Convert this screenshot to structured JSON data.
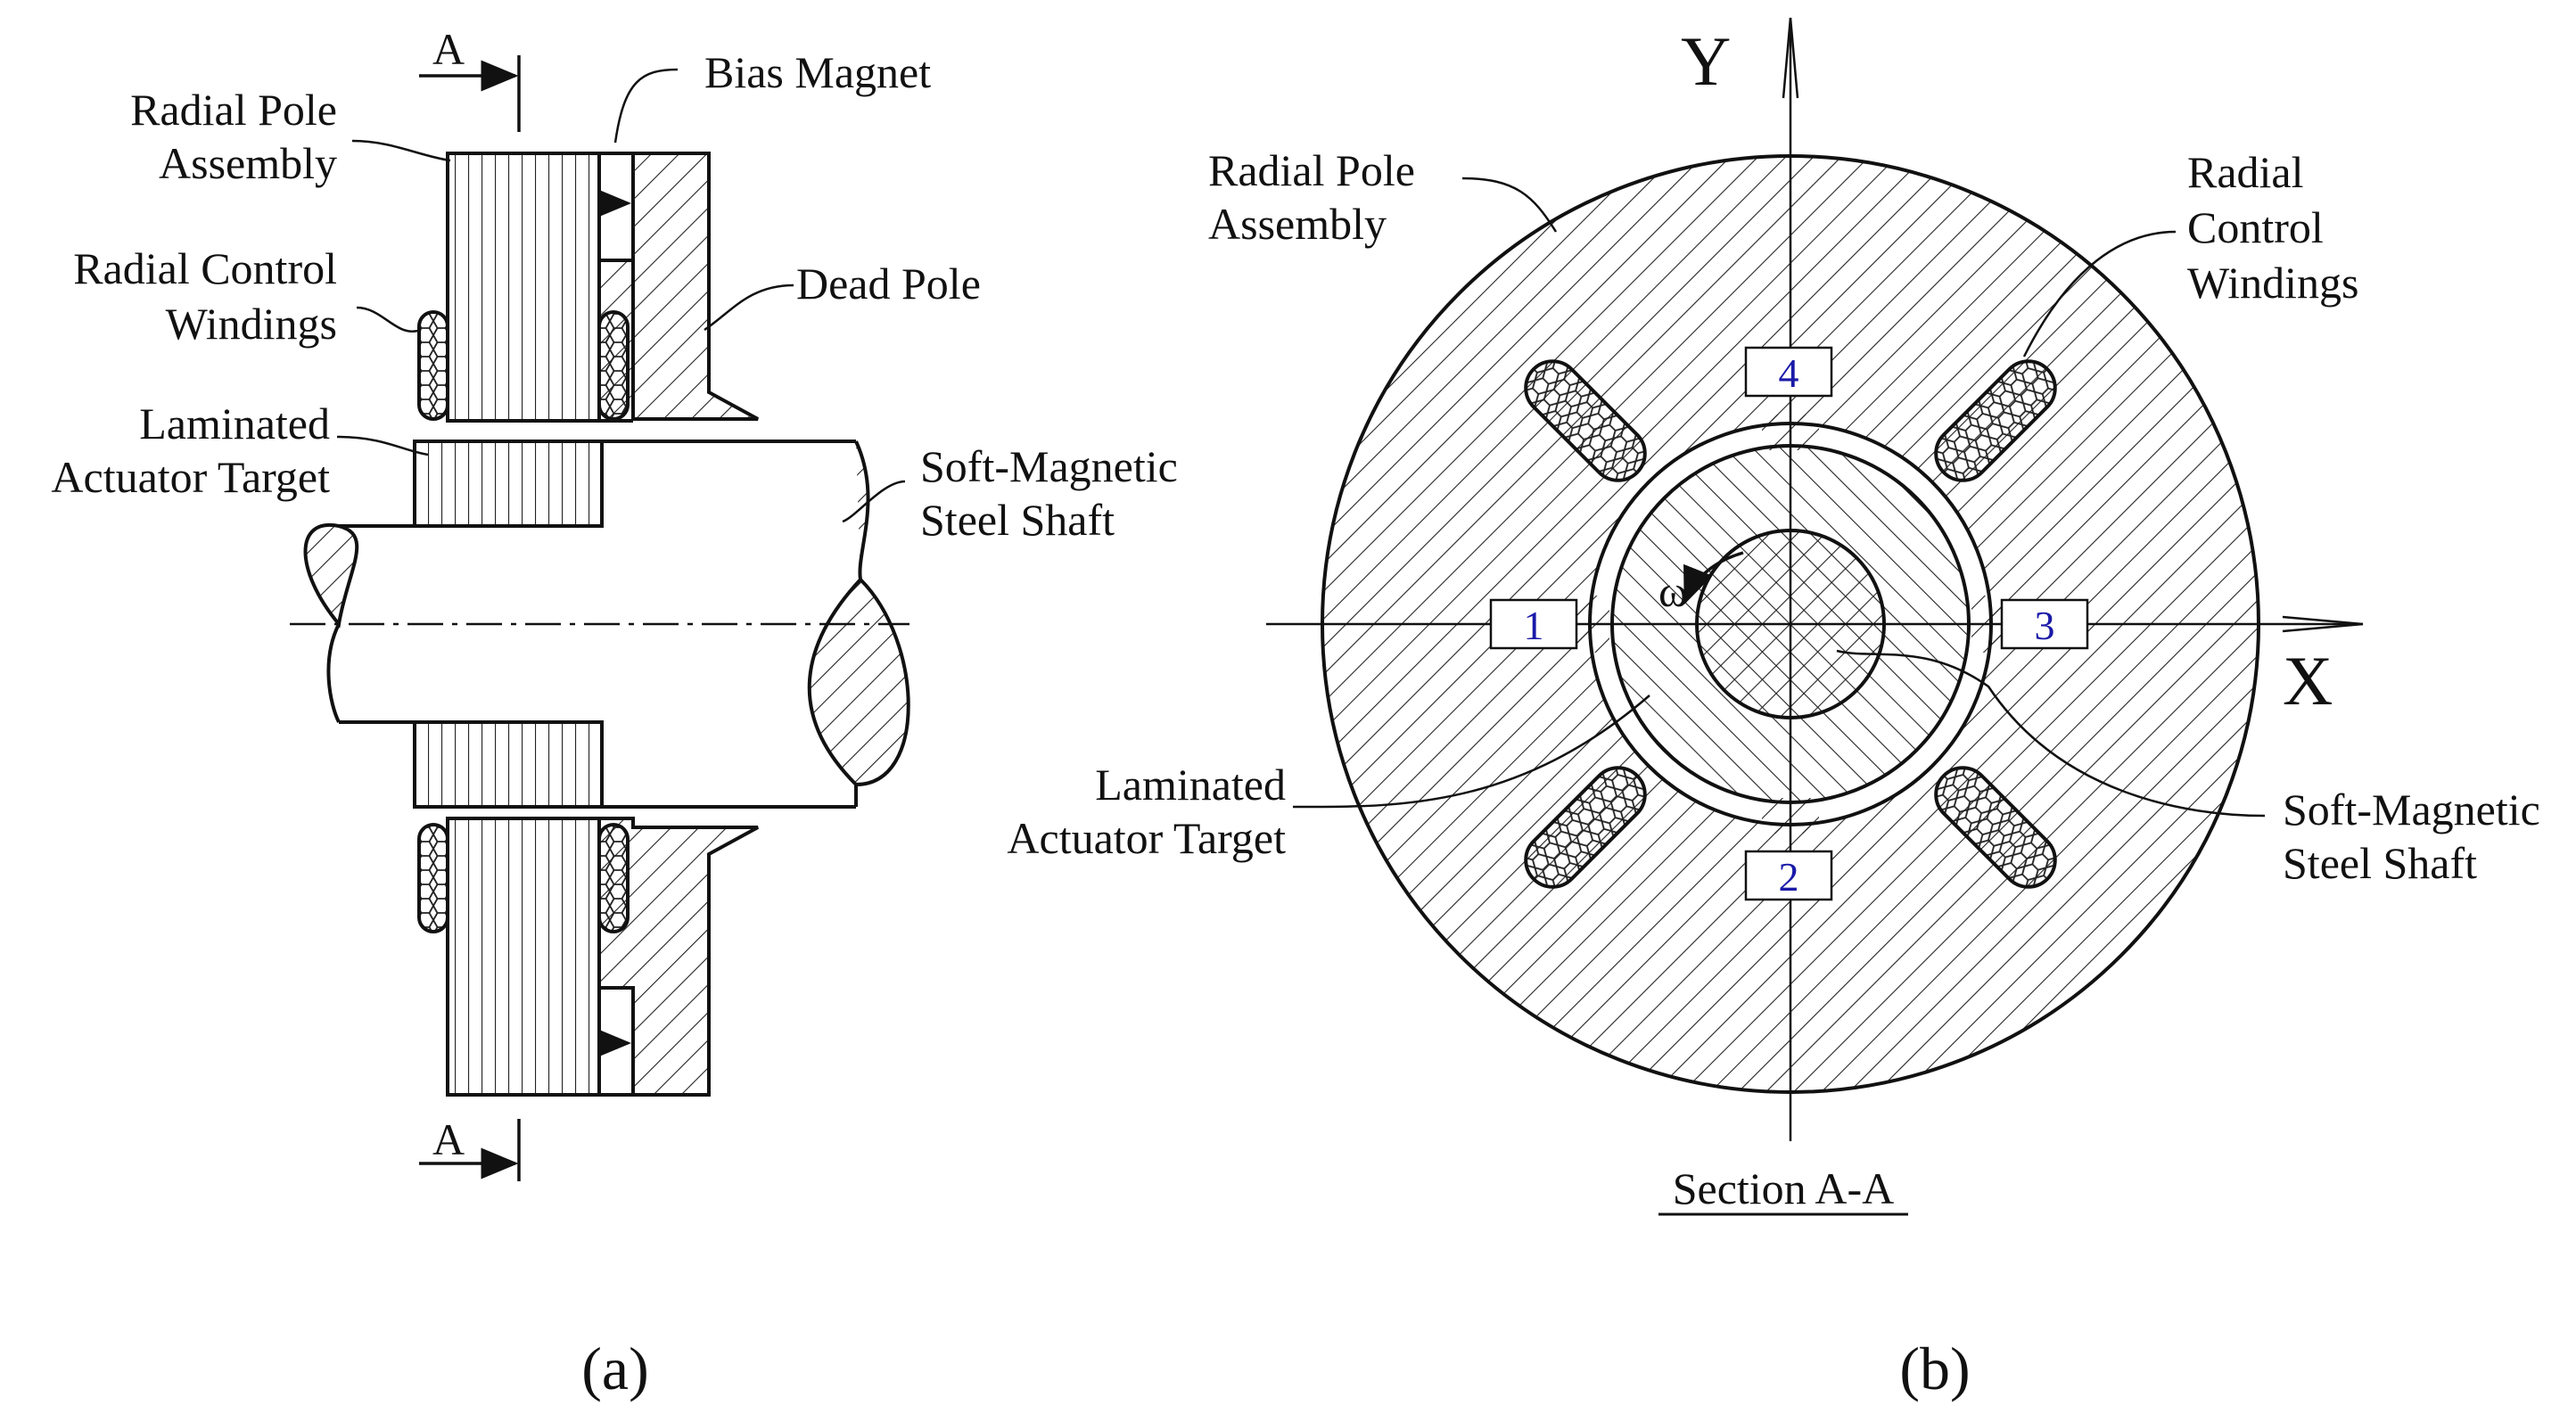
{
  "figure_a": {
    "section_marker_top": "A",
    "section_marker_bottom": "A",
    "radial_pole_assembly": [
      "Radial Pole",
      "Assembly"
    ],
    "bias_magnet": "Bias Magnet",
    "radial_control_windings": [
      "Radial Control",
      "Windings"
    ],
    "dead_pole": "Dead Pole",
    "laminated_actuator_target": [
      "Laminated",
      "Actuator Target"
    ],
    "soft_magnetic_steel_shaft": [
      "Soft-Magnetic",
      "Steel Shaft"
    ],
    "caption": "(a)"
  },
  "figure_b": {
    "axis_y": "Y",
    "axis_x": "X",
    "radial_pole_assembly": [
      "Radial Pole",
      "Assembly"
    ],
    "radial_control_windings": [
      "Radial",
      "Control",
      "Windings"
    ],
    "laminated_actuator_target": [
      "Laminated",
      "Actuator Target"
    ],
    "soft_magnetic_steel_shaft": [
      "Soft-Magnetic",
      "Steel Shaft"
    ],
    "omega": "ω",
    "pole_numbers": [
      "1",
      "2",
      "3",
      "4"
    ],
    "section_title": "Section A-A",
    "caption": "(b)"
  },
  "colors": {
    "line": "#111111",
    "pole_number": "#1a1aa8",
    "background": "#ffffff"
  }
}
